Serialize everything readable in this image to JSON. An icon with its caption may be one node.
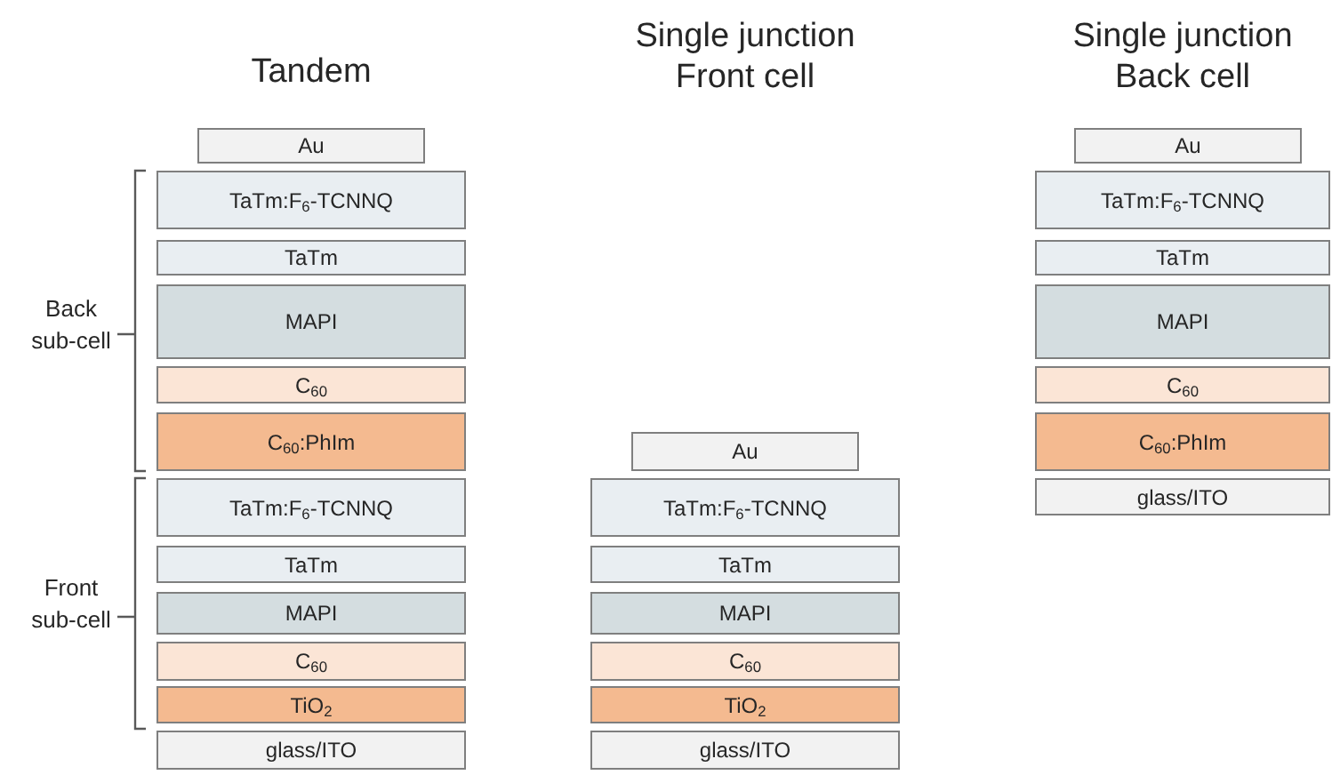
{
  "diagram": {
    "nodes": [
      {
        "text": [
          "Au"
        ]
      },
      {
        "text": [
          "TaTm:F$_{6}$-TCNNQ"
        ]
      },
      {
        "text": [
          "TaTm"
        ]
      },
      {
        "text": [
          "MAPI"
        ]
      },
      {
        "text": [
          "C$_{60}$"
        ]
      },
      {
        "text": [
          "C$_{60}$:PhIm"
        ]
      },
      {
        "text": [
          "TaTm:F$_{6}$-TCNNQ"
        ]
      },
      {
        "text": [
          "TaTm"
        ]
      },
      {
        "text": [
          "MAPI"
        ]
      },
      {
        "text": [
          "C$_{60}$"
        ]
      },
      {
        "text": [
          "TiO$_{2}$"
        ]
      },
      {
        "text": [
          "glass/ITO"
        ]
      },
      {
        "text": [
          "Au"
        ]
      },
      {
        "text": [
          "TaTm:F$_{6}$-TCNNQ"
        ]
      },
      {
        "text": [
          "TaTm"
        ]
      },
      {
        "text": [
          "MAPI"
        ]
      },
      {
        "text": [
          "C$_{60}$"
        ]
      },
      {
        "text": [
          "TiO$_{2}$"
        ]
      },
      {
        "text": [
          "glass/ITO"
        ]
      },
      {
        "text": [
          "Au"
        ]
      },
      {
        "text": [
          "TaTm:F$_{6}$-TCNNQ"
        ]
      },
      {
        "text": [
          "TaTm"
        ]
      },
      {
        "text": [
          "MAPI"
        ]
      },
      {
        "text": [
          "C$_{60}$"
        ]
      },
      {
        "text": [
          "C$_{60}$:PhIm"
        ]
      },
      {
        "text": [
          "glass/ITO"
        ]
      }
    ],
    "labels": [
      "Tandem",
      "Single junction Front cell",
      "Single junction Back cell",
      "Back sub-cell",
      "Front sub-cell"
    ]
  }
}
